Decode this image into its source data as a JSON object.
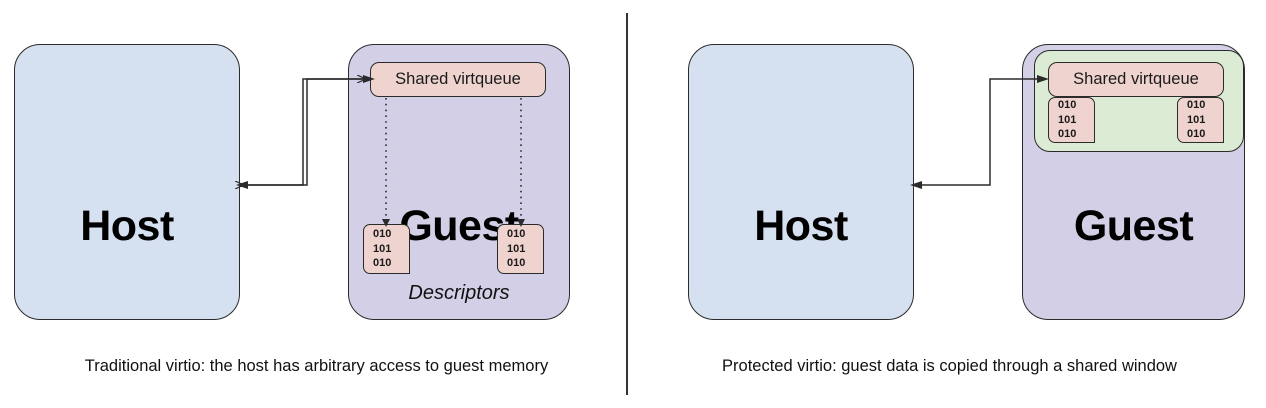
{
  "diagram": {
    "panels": [
      {
        "id": "traditional",
        "caption": "Traditional virtio: the host has arbitrary access to guest memory",
        "host_label": "Host",
        "guest_label": "Guest",
        "virtqueue_label": "Shared virtqueue",
        "descriptors_caption": "Descriptors",
        "descriptors": [
          {
            "lines": [
              "010",
              "101",
              "010"
            ]
          },
          {
            "lines": [
              "010",
              "101",
              "010"
            ]
          }
        ]
      },
      {
        "id": "protected",
        "caption": "Protected virtio: guest data is copied through a shared window",
        "host_label": "Host",
        "guest_label": "Guest",
        "virtqueue_label": "Shared virtqueue",
        "descriptors": [
          {
            "lines": [
              "010",
              "101",
              "010"
            ]
          },
          {
            "lines": [
              "010",
              "101",
              "010"
            ]
          }
        ]
      }
    ],
    "colors": {
      "host_fill": "#d5e0f0",
      "guest_fill": "#d3cfe6",
      "virtqueue_fill": "#efd3cf",
      "window_fill": "#dcecd4",
      "stroke": "#2b2b2b",
      "background": "#ffffff"
    },
    "icons": {
      "arrow_bidirectional": "double-headed-connector-arrow",
      "arrow_dotted": "dotted-pointer-arrow"
    }
  }
}
